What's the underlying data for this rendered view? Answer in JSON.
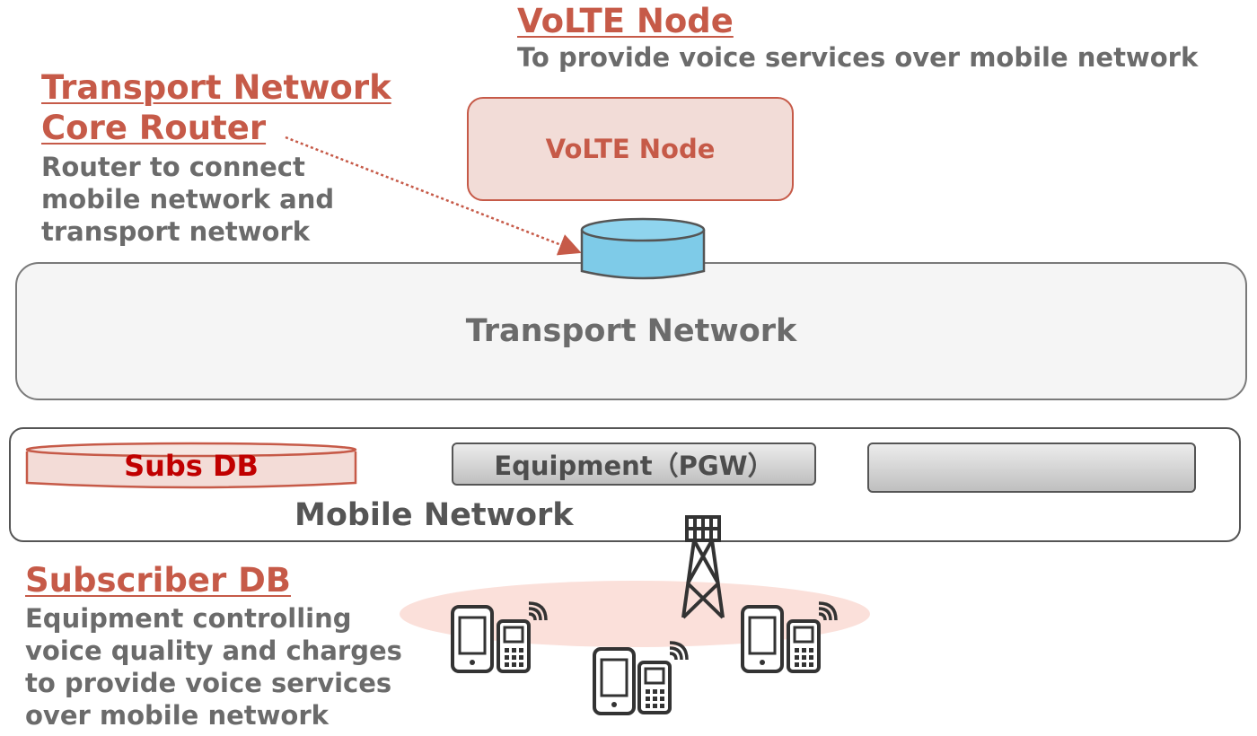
{
  "volte": {
    "title": "VoLTE Node",
    "description": "To provide voice services over mobile network",
    "box_label": "VoLTE Node"
  },
  "router": {
    "title_line1": "Transport Network",
    "title_line2": "Core Router",
    "desc_line1": "Router to connect",
    "desc_line2": "mobile network and",
    "desc_line3": "transport network"
  },
  "transport": {
    "label": "Transport Network"
  },
  "mobile": {
    "label": "Mobile Network",
    "subs_db_label": "Subs DB",
    "equipment_label": "Equipment（PGW）",
    "equipment2_label": ""
  },
  "subscriber": {
    "title": "Subscriber DB",
    "desc_line1": "Equipment controlling",
    "desc_line2": "voice quality and charges",
    "desc_line3": "to provide voice services",
    "desc_line4": "over mobile network"
  },
  "colors": {
    "accent_red": "#c65a48",
    "text_gray": "#6b6b6b",
    "router_fill": "#7ecbe8",
    "coverage_fill": "#fbe0da"
  }
}
